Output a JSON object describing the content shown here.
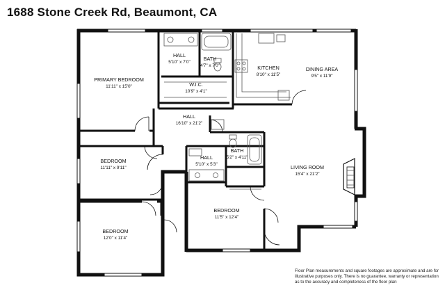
{
  "header": {
    "address": "1688 Stone Creek Rd, Beaumont, CA"
  },
  "rooms": [
    {
      "id": "primary-bedroom",
      "name": "PRIMARY BEDROOM",
      "dims": "11'11\" x 15'0\""
    },
    {
      "id": "hall-upper",
      "name": "HALL",
      "dims": "5'10\" x 7'0\""
    },
    {
      "id": "bath-upper",
      "name": "BATH",
      "dims": "4'7\" x 7'0\""
    },
    {
      "id": "wic",
      "name": "W.I.C.",
      "dims": "10'9\" x 4'1\""
    },
    {
      "id": "kitchen",
      "name": "KITCHEN",
      "dims": "8'10\" x 11'5\""
    },
    {
      "id": "dining-area",
      "name": "DINING AREA",
      "dims": "9'5\" x 11'9\""
    },
    {
      "id": "hall-main",
      "name": "HALL",
      "dims": "16'10\" x 21'2\""
    },
    {
      "id": "bedroom-2",
      "name": "BEDROOM",
      "dims": "11'11\" x 9'11\""
    },
    {
      "id": "hall-lower",
      "name": "HALL",
      "dims": "5'10\" x 5'3\""
    },
    {
      "id": "bath-lower",
      "name": "BATH",
      "dims": "5'2\" x 4'11\""
    },
    {
      "id": "living-room",
      "name": "LIVING ROOM",
      "dims": "15'4\" x 21'2\""
    },
    {
      "id": "bedroom-3",
      "name": "BEDROOM",
      "dims": "11'5\" x 12'4\""
    },
    {
      "id": "bedroom-4",
      "name": "BEDROOM",
      "dims": "12'0\" x 11'4\""
    }
  ],
  "disclaimer": {
    "lines": [
      "Floor Plan measurements and square footages are approximate and are for",
      "illustrative purposes only. There is no guarantee, warranty or representation",
      "as to the accuracy and completeness of the floor plan"
    ]
  },
  "colors": {
    "wall": "#111111",
    "fixture": "#555555",
    "background": "#ffffff"
  }
}
